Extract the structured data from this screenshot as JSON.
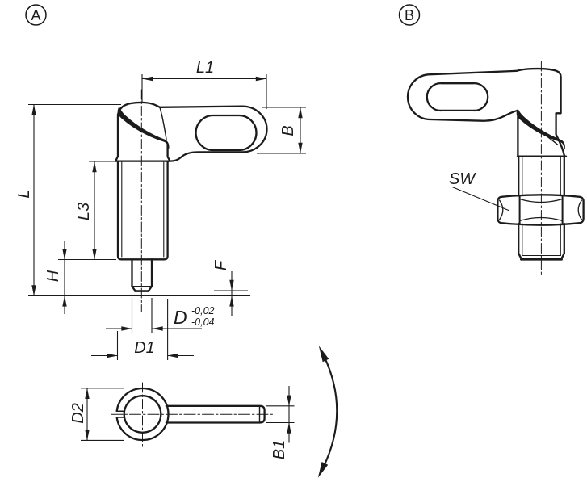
{
  "views": {
    "a_label": "A",
    "b_label": "B"
  },
  "dims": {
    "l1": "L1",
    "b": "B",
    "l": "L",
    "l3": "L3",
    "h": "H",
    "f": "F",
    "d": "D",
    "d_tol_upper": "-0,02",
    "d_tol_lower": "-0,04",
    "d1": "D1",
    "d2": "D2",
    "b1": "B1",
    "sw": "SW"
  },
  "colors": {
    "line": "#1b1b1b",
    "background": "#ffffff"
  }
}
